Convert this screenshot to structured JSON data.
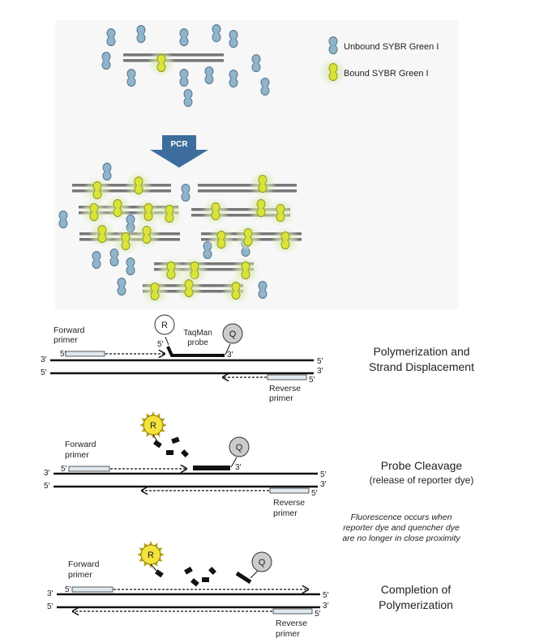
{
  "legend": {
    "unbound": "Unbound SYBR Green I",
    "bound": "Bound SYBR Green I"
  },
  "pcr_arrow": "PCR",
  "colors": {
    "unbound_dye": "#8fb4cc",
    "bound_dye": "#d9e43a",
    "strand": "#777777",
    "arrow": "#3d6d9c",
    "reporter": "#f3e23a",
    "primer": "#dfe9ef"
  },
  "taqman": {
    "stages": [
      {
        "title_line1": "Polymerization and",
        "title_line2": "Strand Displacement",
        "forward_primer": [
          "Forward",
          "primer"
        ],
        "reverse_primer": [
          "Reverse",
          "primer"
        ],
        "probe": [
          "TaqMan",
          "probe"
        ],
        "reporter": "R",
        "quencher": "Q"
      },
      {
        "title_line1": "Probe Cleavage",
        "title_line2": "(release of reporter dye)",
        "forward_primer": [
          "Forward",
          "primer"
        ],
        "reverse_primer": [
          "Reverse",
          "primer"
        ],
        "reporter": "R",
        "quencher": "Q",
        "note": [
          "Fluorescence occurs when",
          "reporter dye and quencher dye",
          "are no longer in close proximity"
        ]
      },
      {
        "title_line1": "Completion of",
        "title_line2": "Polymerization",
        "forward_primer": [
          "Forward",
          "primer"
        ],
        "reverse_primer": [
          "Reverse",
          "primer"
        ],
        "reporter": "R",
        "quencher": "Q"
      }
    ],
    "end_5": "5′",
    "end_3": "3′"
  }
}
